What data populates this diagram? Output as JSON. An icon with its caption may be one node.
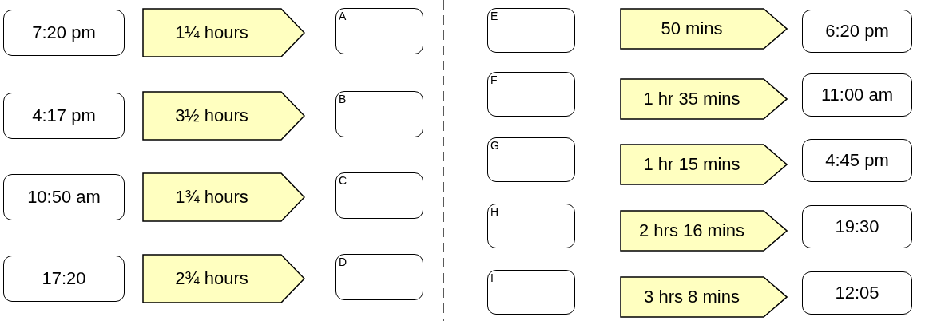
{
  "diagram": {
    "nodes": [
      {
        "text": [
          "7:20 pm"
        ]
      },
      {
        "text": [
          "1¼ hours"
        ]
      },
      {
        "text": [
          "A"
        ]
      },
      {
        "text": [
          "4:17 pm"
        ]
      },
      {
        "text": [
          "3½ hours"
        ]
      },
      {
        "text": [
          "B"
        ]
      },
      {
        "text": [
          "10:50 am"
        ]
      },
      {
        "text": [
          "1¾ hours"
        ]
      },
      {
        "text": [
          "C"
        ]
      },
      {
        "text": [
          "17:20"
        ]
      },
      {
        "text": [
          "2¾ hours"
        ]
      },
      {
        "text": [
          "D"
        ]
      },
      {
        "text": [
          "E"
        ]
      },
      {
        "text": [
          "50 mins"
        ]
      },
      {
        "text": [
          "6:20 pm"
        ]
      },
      {
        "text": [
          "F"
        ]
      },
      {
        "text": [
          "1 hr 35 mins"
        ]
      },
      {
        "text": [
          "11:00 am"
        ]
      },
      {
        "text": [
          "G"
        ]
      },
      {
        "text": [
          "1 hr 15 mins"
        ]
      },
      {
        "text": [
          "4:45 pm"
        ]
      },
      {
        "text": [
          "H"
        ]
      },
      {
        "text": [
          "2 hrs 16 mins"
        ]
      },
      {
        "text": [
          "19:30"
        ]
      },
      {
        "text": [
          "I"
        ]
      },
      {
        "text": [
          "3 hrs 8 mins"
        ]
      },
      {
        "text": [
          "12:05"
        ]
      }
    ]
  }
}
